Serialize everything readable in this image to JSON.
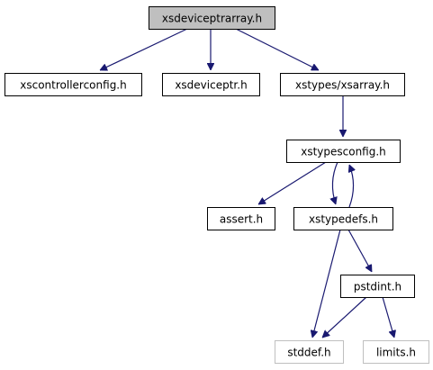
{
  "graph": {
    "style": {
      "edge_color": "#191970",
      "node_border": "#000000",
      "external_node_border": "#bfbfbf",
      "root_fill": "#bfbfbf",
      "node_fill": "#ffffff"
    },
    "nodes": [
      {
        "id": "root",
        "label": "xsdeviceptrarray.h",
        "kind": "root"
      },
      {
        "id": "controllerconfig",
        "label": "xscontrollerconfig.h",
        "kind": "normal"
      },
      {
        "id": "deviceptr",
        "label": "xsdeviceptr.h",
        "kind": "normal"
      },
      {
        "id": "xsarray",
        "label": "xstypes/xsarray.h",
        "kind": "normal"
      },
      {
        "id": "typesconfig",
        "label": "xstypesconfig.h",
        "kind": "normal"
      },
      {
        "id": "assert",
        "label": "assert.h",
        "kind": "normal"
      },
      {
        "id": "typedefs",
        "label": "xstypedefs.h",
        "kind": "normal"
      },
      {
        "id": "pstdint",
        "label": "pstdint.h",
        "kind": "normal"
      },
      {
        "id": "stddef",
        "label": "stddef.h",
        "kind": "external"
      },
      {
        "id": "limits",
        "label": "limits.h",
        "kind": "external"
      }
    ],
    "edges": [
      {
        "from": "root",
        "to": "controllerconfig"
      },
      {
        "from": "root",
        "to": "deviceptr"
      },
      {
        "from": "root",
        "to": "xsarray"
      },
      {
        "from": "xsarray",
        "to": "typesconfig"
      },
      {
        "from": "typesconfig",
        "to": "assert"
      },
      {
        "from": "typesconfig",
        "to": "typedefs"
      },
      {
        "from": "typedefs",
        "to": "typesconfig"
      },
      {
        "from": "typedefs",
        "to": "pstdint"
      },
      {
        "from": "typedefs",
        "to": "stddef"
      },
      {
        "from": "pstdint",
        "to": "stddef"
      },
      {
        "from": "pstdint",
        "to": "limits"
      }
    ]
  }
}
